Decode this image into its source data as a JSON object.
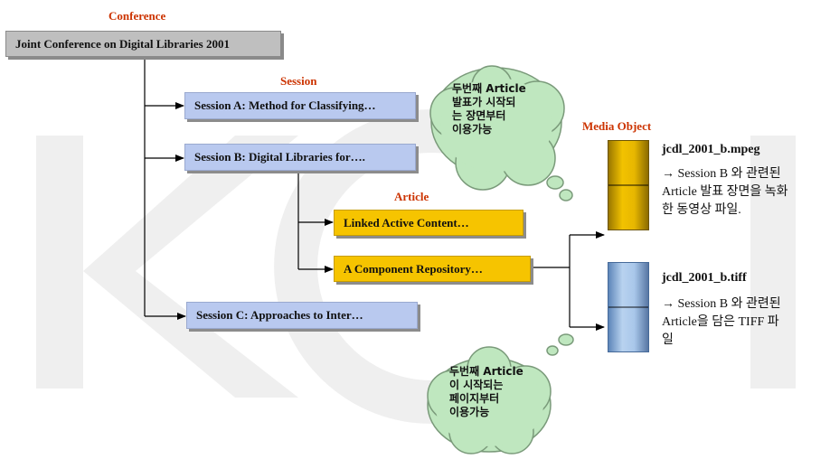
{
  "labels": {
    "conference": "Conference",
    "session": "Session",
    "article": "Article",
    "media_object": "Media Object"
  },
  "conference_box": "Joint Conference on Digital Libraries 2001",
  "sessions": [
    "Session A: Method for Classifying…",
    "Session B: Digital Libraries for….",
    "Session C:  Approaches to Inter…"
  ],
  "articles": [
    "Linked Active Content…",
    "A Component Repository…"
  ],
  "media": [
    {
      "name": "jcdl_2001_b.mpeg",
      "desc": [
        "→ Session B 와 관련된",
        "Article 발표 장면을 녹화",
        "한 동영상 파일."
      ]
    },
    {
      "name": "jcdl_2001_b.tiff",
      "desc": [
        "→ Session B 와 관련된",
        "Article을 담은 TIFF 파",
        "일"
      ]
    }
  ],
  "clouds": {
    "top": [
      "두번째 Article",
      "발표가 시작되",
      "는 장면부터",
      "이용가능"
    ],
    "bottom": [
      "두번째 Article",
      "이 시작되는",
      "페이지부터",
      "이용가능"
    ]
  },
  "colors": {
    "label_red": "#cc3300",
    "conference_gray": "#bfbfbf",
    "session_blue": "#b9c9ef",
    "article_yellow": "#f6c400",
    "mpeg_gold": "#e7b700",
    "tiff_blue": "#a9c7ea",
    "cloud_green": "#bfe7bf",
    "media_name_blue": "#1f3f9f"
  }
}
